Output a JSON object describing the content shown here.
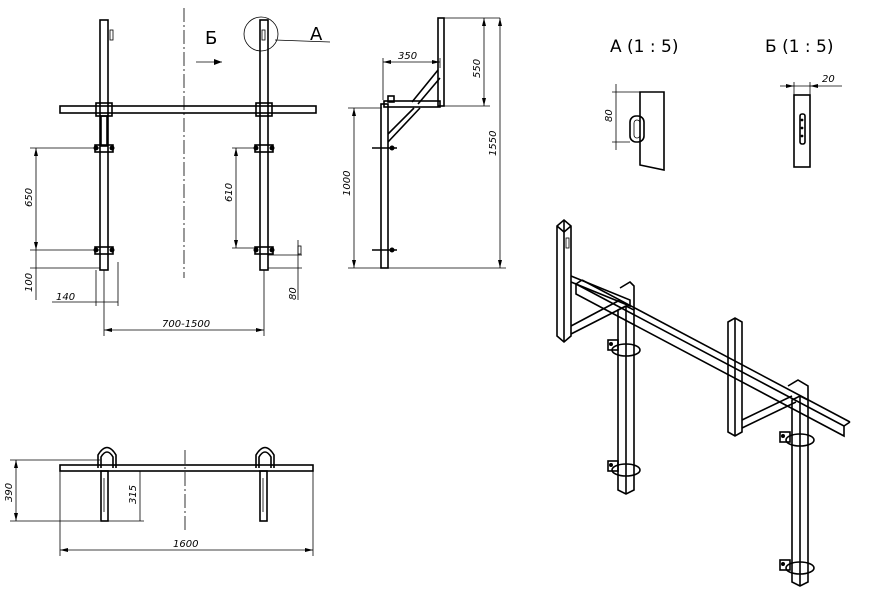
{
  "labels": {
    "view_b_arrow": "Б",
    "callout_a": "А",
    "detail_a_title": "А (1 : 5)",
    "detail_b_title": "Б (1 : 5)"
  },
  "dimensions": {
    "front": {
      "d650": "650",
      "d610": "610",
      "d100": "100",
      "d140": "140",
      "d80": "80",
      "span": "700-1500"
    },
    "side": {
      "d350": "350",
      "d550": "550",
      "d1550": "1550",
      "d1000": "1000"
    },
    "plan": {
      "d390": "390",
      "d315": "315",
      "d1600": "1600"
    },
    "detail_a": {
      "d80": "80"
    },
    "detail_b": {
      "d20": "20"
    }
  }
}
